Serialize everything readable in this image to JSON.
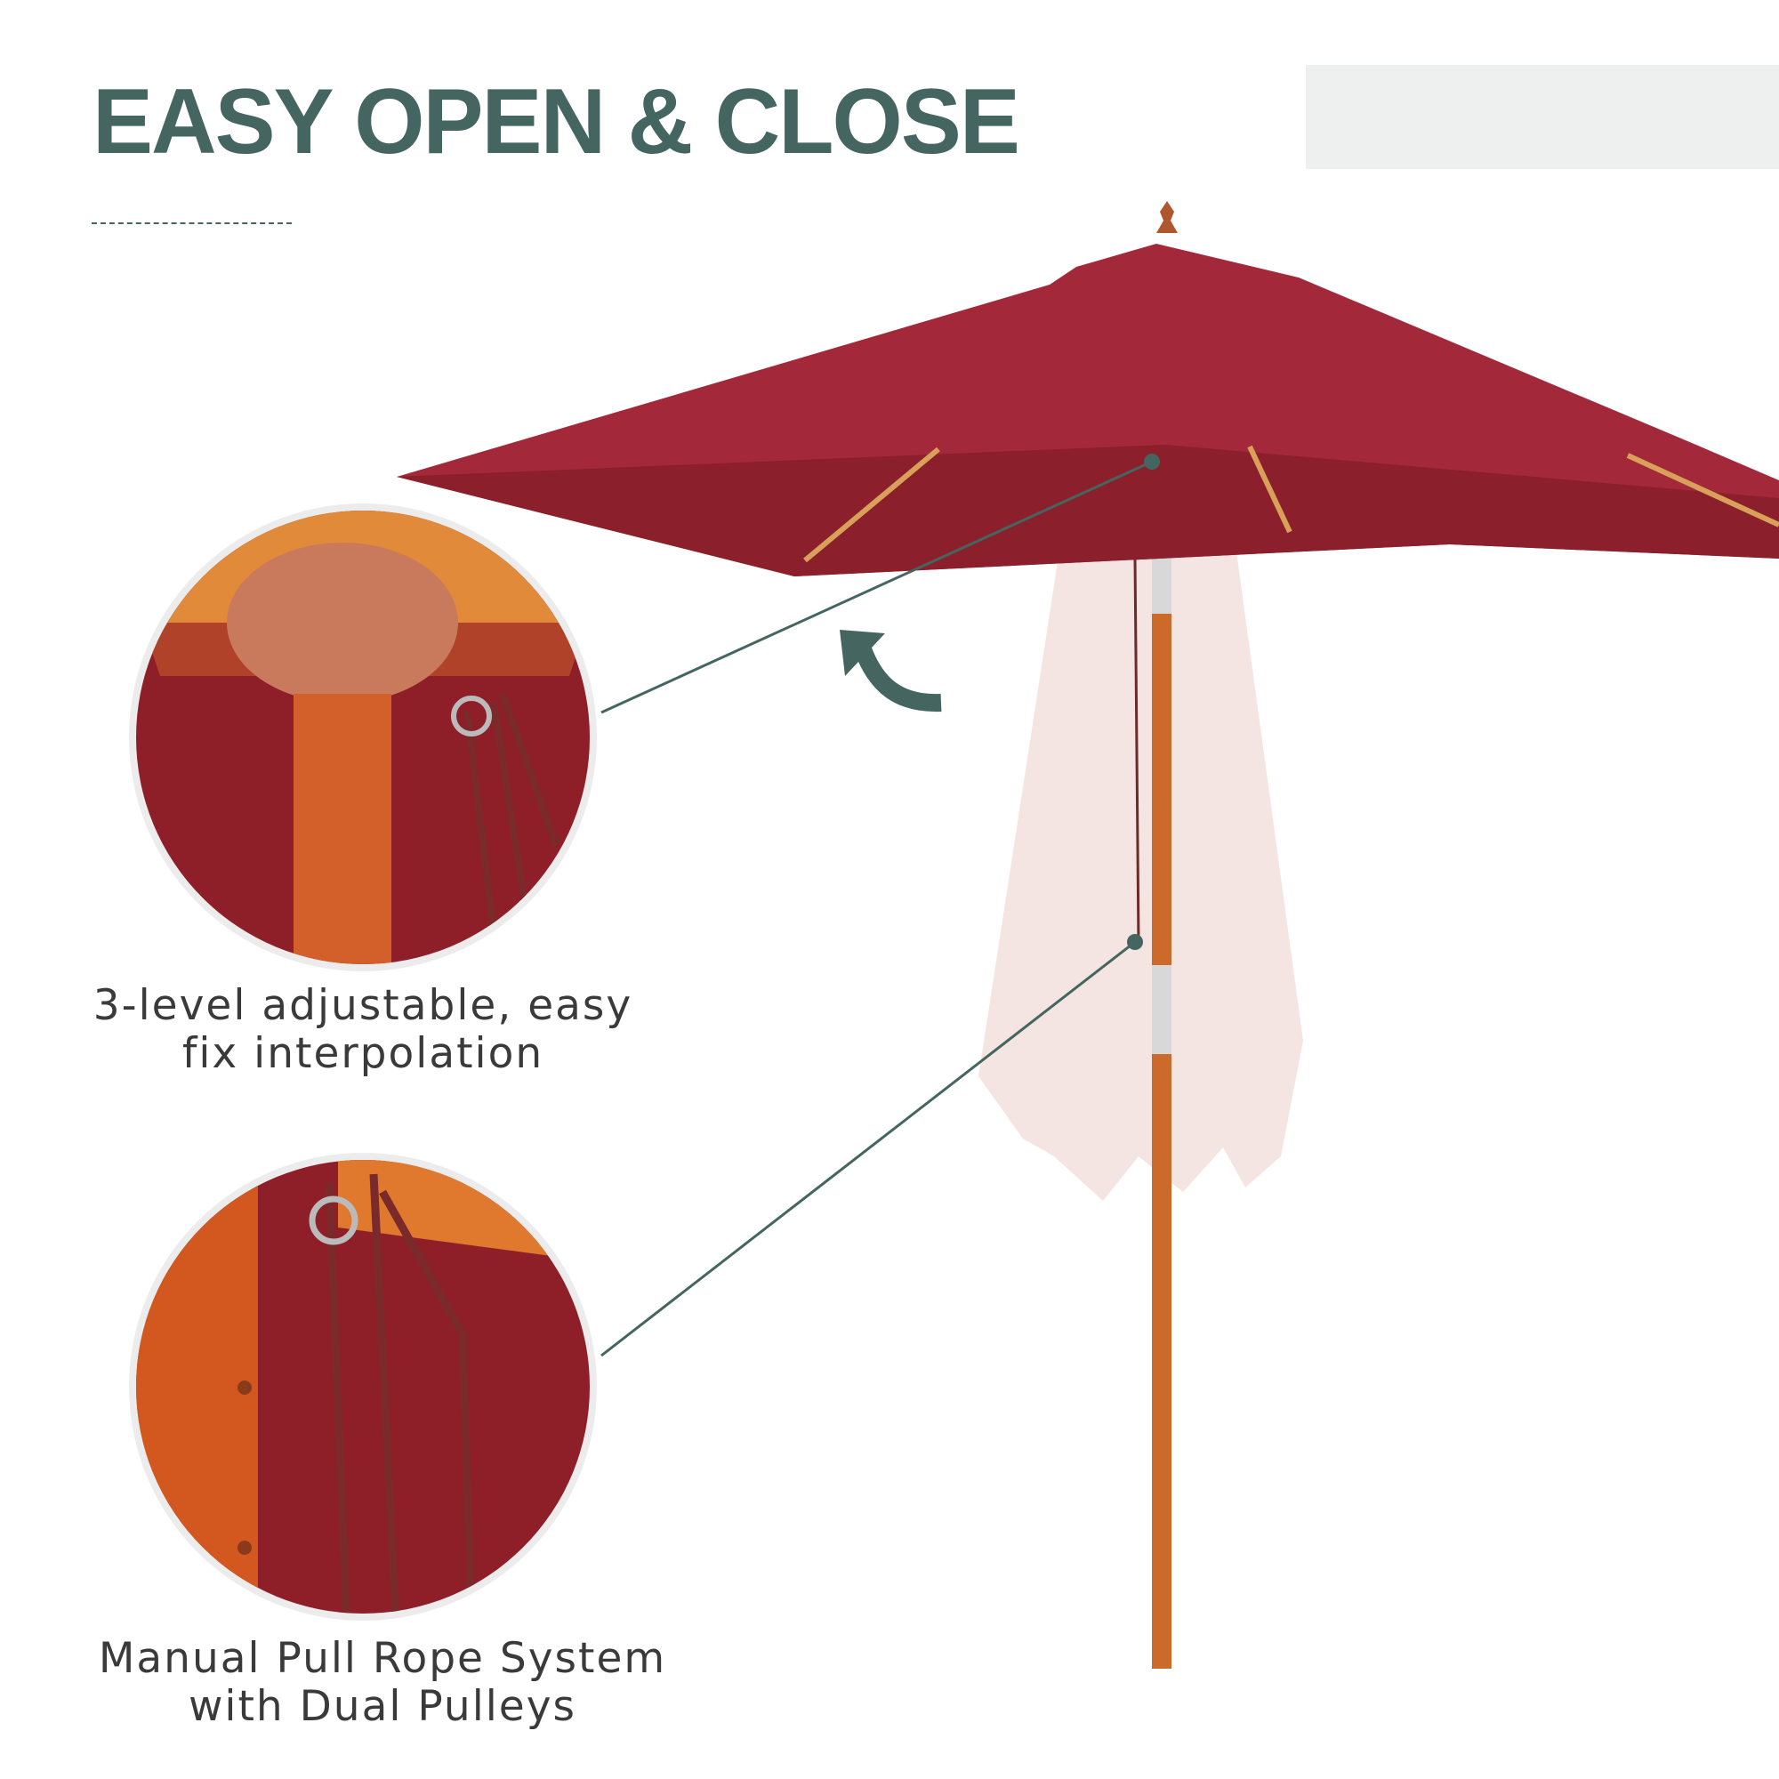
{
  "title": "EASY OPEN & CLOSE",
  "colors": {
    "accent": "#446560",
    "canopy": "#a3283a",
    "pole": "#c9612a",
    "badge_bg": "#eef0ef"
  },
  "features": [
    {
      "icon": "canopy-hub-closeup",
      "lines": [
        "3-level adjustable, easy",
        "fix interpolation"
      ]
    },
    {
      "icon": "pull-rope-closeup",
      "lines": [
        "Manual Pull Rope System",
        "with Dual Pulleys"
      ]
    }
  ]
}
